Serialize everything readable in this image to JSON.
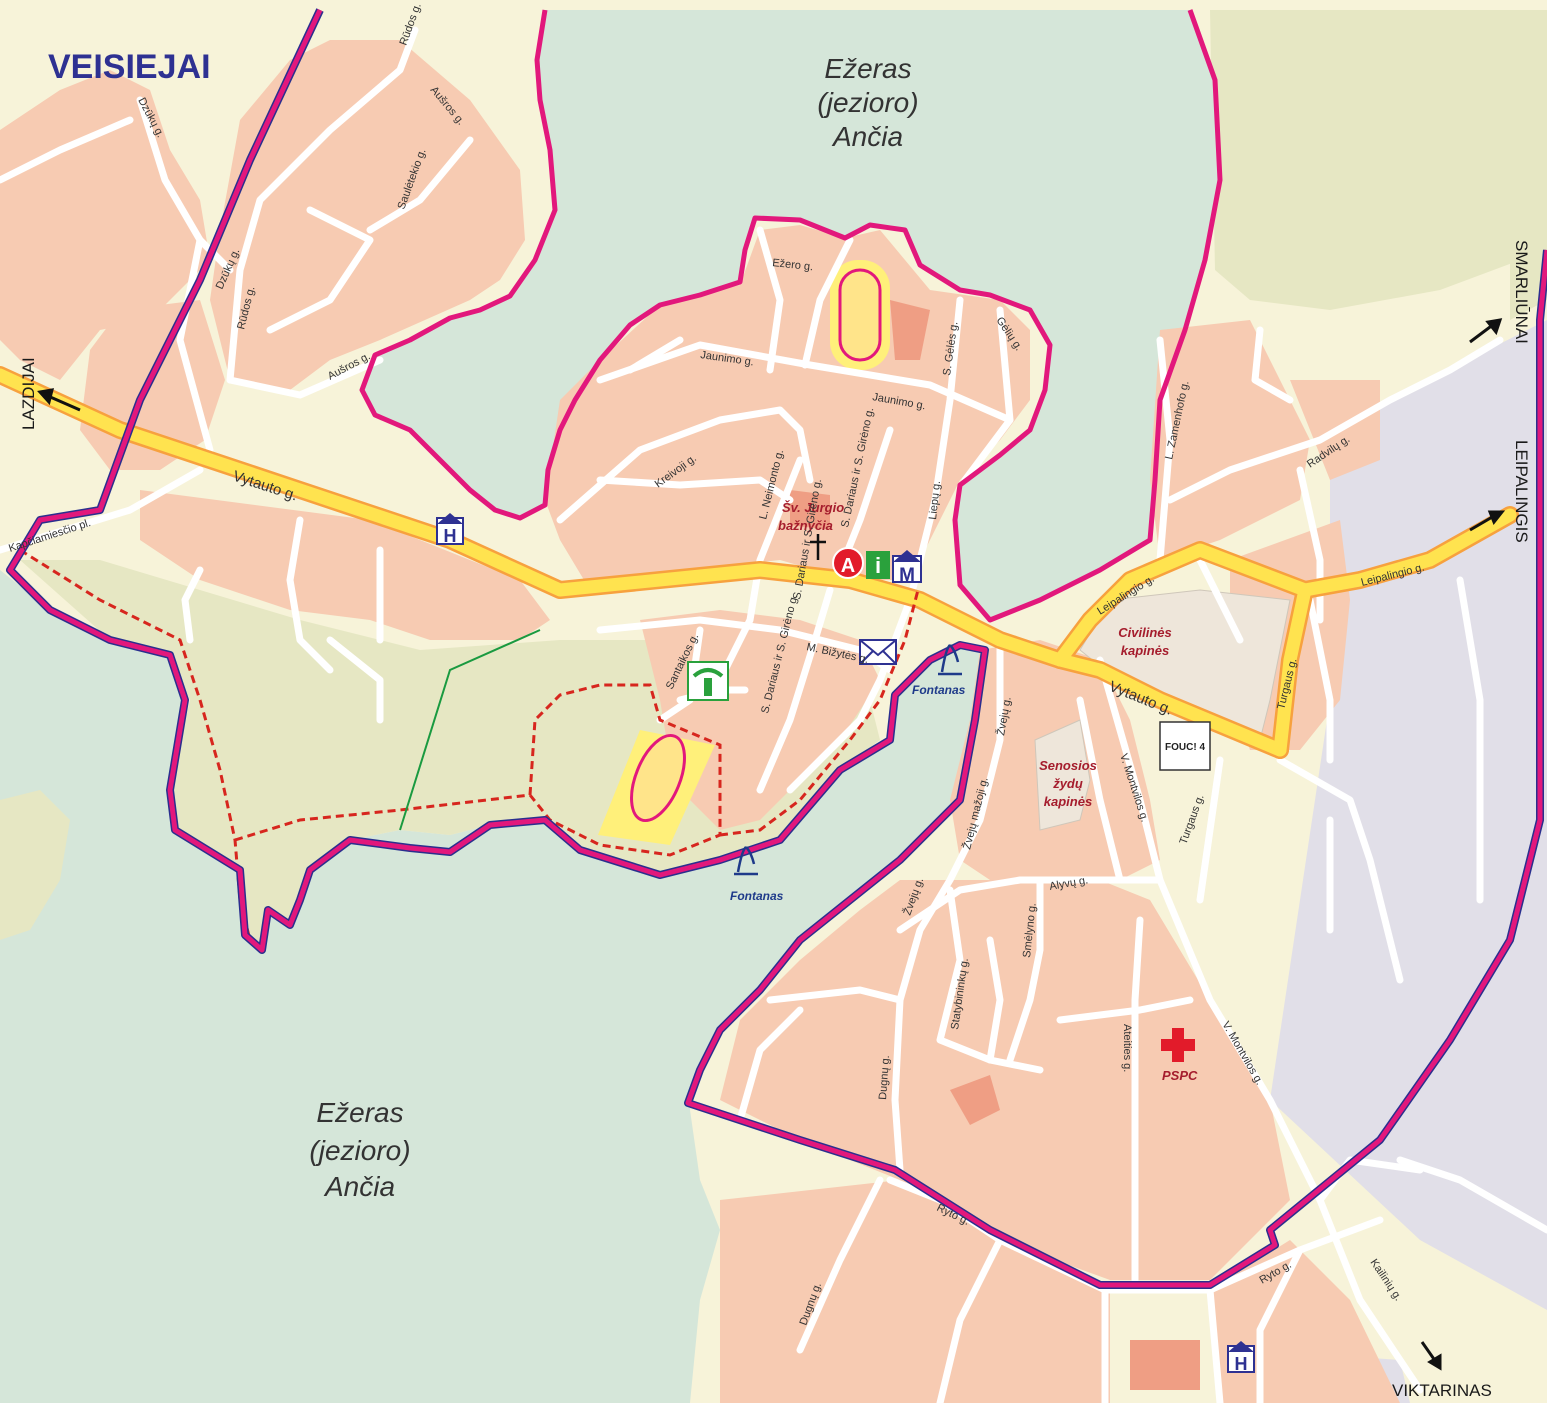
{
  "title": "VEISIEJAI",
  "lakes": [
    {
      "line1": "Ežeras",
      "line2": "(jezioro)",
      "line3": "Ančia"
    },
    {
      "line1": "Ežeras",
      "line2": "(jezioro)",
      "line3": "Ančia"
    }
  ],
  "destinations": {
    "lazdijai": "LAZDIJAI",
    "smarliunai": "SMARLIŪNAI",
    "leipalingis": "LEIPALINGIS",
    "viktarinas": "VIKTARINAS"
  },
  "pois": {
    "church_line1": "Šv. Jurgio",
    "church_line2": "bažnyčia",
    "cemetery_line1": "Civilinės",
    "cemetery_line2": "kapinės",
    "jewish_line1": "Senosios",
    "jewish_line2": "žydų",
    "jewish_line3": "kapinės",
    "fountain1": "Fontanas",
    "fountain2": "Fontanas",
    "pspc": "PSPC",
    "bus_letter": "A",
    "info_letter": "i",
    "museum_letter": "M",
    "hotel_letter": "H",
    "hotel2_letter": "H",
    "shop_label": "FOUC! 4"
  },
  "streets": {
    "vytauto1": "Vytauto g.",
    "vytauto2": "Vytauto g.",
    "leipalingio1": "Leipalingio g.",
    "leipalingio2": "Leipalingio g.",
    "turgaus1": "Turgaus g.",
    "turgaus2": "Turgaus g.",
    "radvilu": "Radvilų g.",
    "zamenhofo": "L. Zamenhofo g.",
    "montvilos1": "V. Montvilos g.",
    "montvilos2": "V. Montvilos g.",
    "ryto1": "Ryto g.",
    "ryto2": "Ryto g.",
    "kailiniu": "Kailinių g.",
    "dugnu1": "Dugnų g.",
    "dugnu2": "Dugnų g.",
    "ateities": "Ateities g.",
    "alyvu": "Alyvų g.",
    "zveju1": "Žvejų g.",
    "zveju2": "Žvejų g.",
    "zveju_maz": "Žvejų mažoji g.",
    "smelyno": "Smėlyno g.",
    "statybininku": "Statybininkų g.",
    "kapciamiescio": "Kapčiamiesčio pl.",
    "dariaus_girėno1": "S. Dariaus ir S. Girėno g.",
    "dariaus_girėno2": "S. Dariaus ir S. Girėno g.",
    "dariaus_girėno3": "S. Dariaus ir S. Girėno g.",
    "bizytes": "M. Bižytės g.",
    "santaikos": "Santaikos g.",
    "neimonto": "L. Neimonto g.",
    "kreivoji": "Kreivoji g.",
    "jaunimo1": "Jaunimo g.",
    "jaunimo2": "Jaunimo g.",
    "ezero": "Ežero g.",
    "geles": "S. Gėlės g.",
    "geliu": "Gėlių g.",
    "liepu": "Liepų g.",
    "ausros1": "Aušros g.",
    "ausros2": "Aušros g.",
    "rudos1": "Rūdos g.",
    "rudos2": "Rūdos g.",
    "dzuku1": "Dzūkų g.",
    "dzuku2": "Dzūkų g.",
    "sauletekio": "Saulėtekio g."
  },
  "colors": {
    "water": "#d5e6d9",
    "land": "#f7f3d9",
    "block": "#f7cbb2",
    "green": "#e6e7c3",
    "road": "#ffffff",
    "major_road": "#ffe34f",
    "major_edge": "#f7a13e",
    "boundary": "#e2187c",
    "industrial": "#e1dfe8"
  }
}
